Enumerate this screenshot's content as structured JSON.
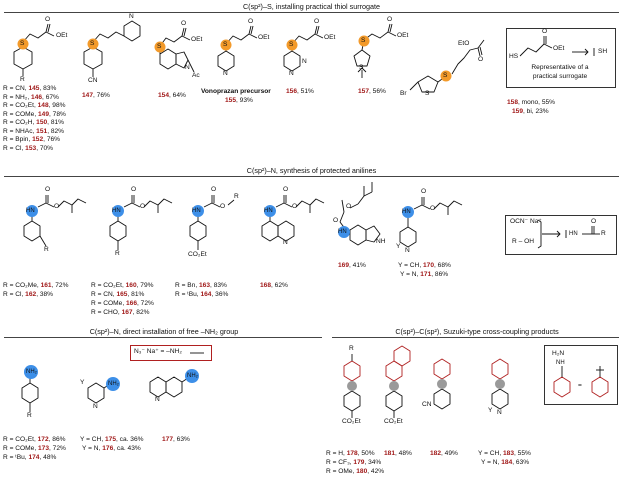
{
  "headers": {
    "s1": "C(sp²)–S, installing practical thiol surrogate",
    "s2": "C(sp²)–N, synthesis of protected anilines",
    "s3": "C(sp²)–N, direct installation of free –NH₂ group",
    "s4": "C(sp²)–C(sp²), Suzuki-type cross-coupling products"
  },
  "s1_labels": {
    "c145": "R = CN, |145|, 83%",
    "c146": "R = NH₂, |146|, 67%",
    "c148": "R = CO₂Et, |148|, 98%",
    "c149": "R = COMe, |149|, 78%",
    "c150": "R = CO₂H, |150|, 81%",
    "c151": "R = NHAc, |151|, 82%",
    "c152": "R = Bpin, |152|, 76%",
    "c153": "R = Cl, |153|, 70%",
    "c147": "|147|, 76%",
    "c154": "|154|, 64%",
    "vono": "Vonoprazan precursor",
    "c155": "|155|, 93%",
    "c156": "|156|, 51%",
    "c157": "|157|, 56%",
    "c158": "|158|, mono, 55%",
    "c159": "|159|, bi, 23%",
    "surrogate_line1": "Representative of a",
    "surrogate_line2": "practical surrogate"
  },
  "s2_labels": {
    "c161": "R = CO₂Me, |161|, 72%",
    "c162": "R = Cl, |162|, 38%",
    "c160": "R = CO₂Et, |160|, 79%",
    "c165": "R = CN, |165|, 81%",
    "c166": "R = COMe, |166|, 72%",
    "c167": "R = CHO, |167|, 82%",
    "c163": "R = Bn, |163|, 83%",
    "c164": "R = ᵗBu, |164|, 36%",
    "c168": "|168|, 62%",
    "c169": "|169|, 41%",
    "c170": "Y = CH, |170|, 68%",
    "c171": "Y = N, |171|, 86%",
    "reagent": "OCN⁻ Na⁺",
    "roh": "R – OH"
  },
  "s3_labels": {
    "c172": "R = CO₂Et, |172|, 86%",
    "c173": "R = COMe, |173|, 72%",
    "c174": "R = ᵗBu, |174|, 48%",
    "c175": "Y = CH, |175|, ca. 36%",
    "c176": "Y = N, |176|, ca. 43%",
    "c177": "|177|, 63%",
    "azide": "N₃⁻ Na⁺  =  –NH₂"
  },
  "s4_labels": {
    "c178": "R = H, |178|, 50%",
    "c179": "R = CF₃, |179|, 34%",
    "c180": "R = OMe, |180|, 42%",
    "c181": "|181|, 48%",
    "c182": "|182|, 49%",
    "c183": "Y = CH, |183|, 55%",
    "c184": "Y = N, |184|, 63%"
  },
  "atoms": {
    "S": "S",
    "R": "R",
    "Y": "Y",
    "N": "N",
    "O": "O",
    "OEt": "OEt",
    "EtO": "EtO",
    "CN": "CN",
    "Ac": "Ac",
    "Br": "Br",
    "HN": "HN",
    "NH": "NH",
    "NH2": "NH₂",
    "H2N": "H₂N",
    "CO2Et": "CO₂Et",
    "HS": "HS",
    "SH": "SH",
    "OR": "R"
  },
  "colors": {
    "sulfur_highlight": "#f39a2a",
    "nitrogen_highlight": "#3d8fe8",
    "carbon_highlight": "#9a9a9a",
    "bond_red": "#b02020",
    "label_red": "#a01818"
  }
}
